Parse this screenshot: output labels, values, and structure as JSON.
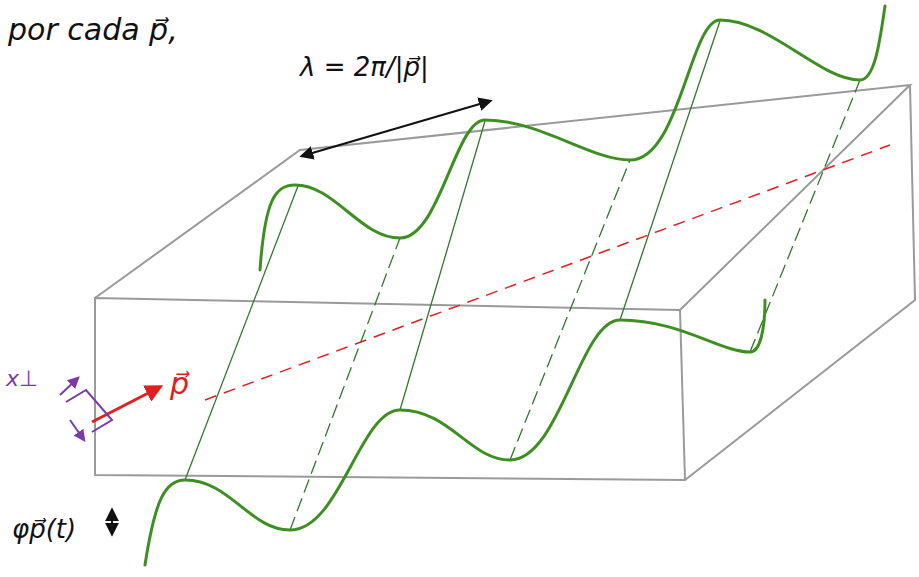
{
  "diagram": {
    "labels": [
      "por cada p⃗,",
      "λ = 2π/|p⃗|",
      "p⃗",
      "x⊥",
      "φp⃗(t)"
    ]
  }
}
